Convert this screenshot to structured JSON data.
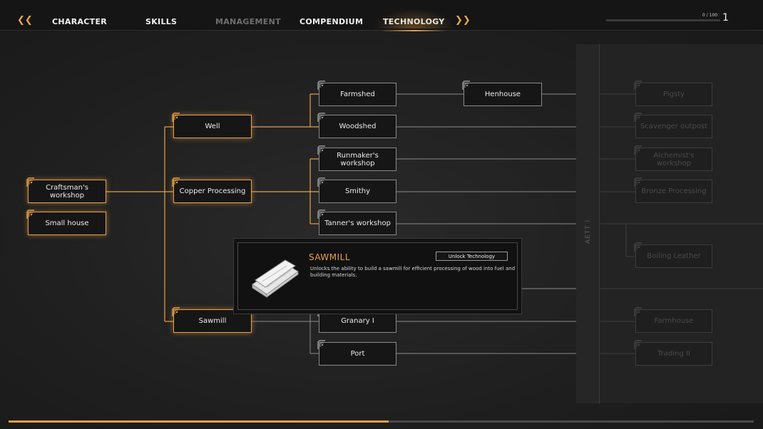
{
  "nav": {
    "tabs": [
      {
        "label": "CHARACTER",
        "state": "normal"
      },
      {
        "label": "SKILLS",
        "state": "normal"
      },
      {
        "label": "MANAGEMENT",
        "state": "disabled"
      },
      {
        "label": "COMPENDIUM",
        "state": "normal"
      },
      {
        "label": "TECHNOLOGY",
        "state": "active"
      }
    ],
    "xp_text": "0 / 100",
    "level": "1",
    "xp_fraction": 0
  },
  "tree": {
    "nodes": {
      "craftsman": "Craftsman's workshop",
      "smallhouse": "Small house",
      "well": "Well",
      "copper": "Copper Processing",
      "sawmill": "Sawmill",
      "farmshed": "Farmshed",
      "henhouse": "Henhouse",
      "woodshed": "Woodshed",
      "runmaker": "Runmaker's workshop",
      "smithy": "Smithy",
      "tanner": "Tanner's workshop",
      "granary": "Granary I",
      "port": "Port",
      "pigsty": "Pigsty",
      "scavenger": "Scavenger outpost",
      "alchemist": "Alchemist's workshop",
      "bronze": "Bronze Processing",
      "boiling": "Boiling Leather",
      "farmhouse": "Farmhouse",
      "trading": "Trading II"
    },
    "aett_label": "AETT I"
  },
  "tooltip": {
    "title": "SAWMILL",
    "button": "Unlock Technology",
    "description": "Unlocks the ability to build a sawmill for efficient processing of wood into fuel and building materials."
  },
  "progress": {
    "fraction": 0.51
  },
  "colors": {
    "accent": "#e8a046",
    "line": "#8a8a8a",
    "faded": "#3c3c3c"
  }
}
